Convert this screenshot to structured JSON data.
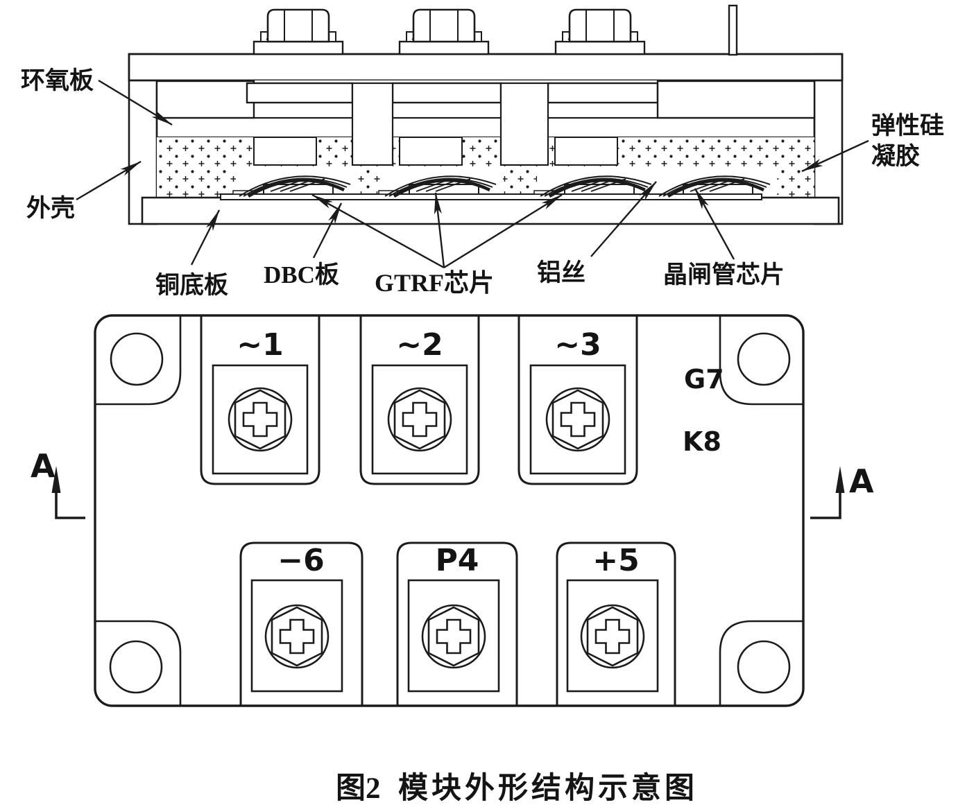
{
  "figure": {
    "caption_label": "图2",
    "caption_title": "模块外形结构示意图"
  },
  "cross_section": {
    "labels": {
      "epoxy_board": "环氧板",
      "housing": "外壳",
      "silicone_gel_line1": "弹性硅",
      "silicone_gel_line2": "凝胶",
      "copper_base_plate": "铜底板",
      "dbc_board": "DBC板",
      "gtrf_chip": "GTRF芯片",
      "aluminum_wire": "铝丝",
      "thyristor_chip": "晶闸管芯片"
    }
  },
  "top_view": {
    "top_terminals": [
      "~1",
      "~2",
      "~3"
    ],
    "bottom_terminals": [
      "−6",
      "P4",
      "+5"
    ],
    "gate_label": "G7",
    "cathode_label": "K8",
    "section_marker": "A"
  }
}
